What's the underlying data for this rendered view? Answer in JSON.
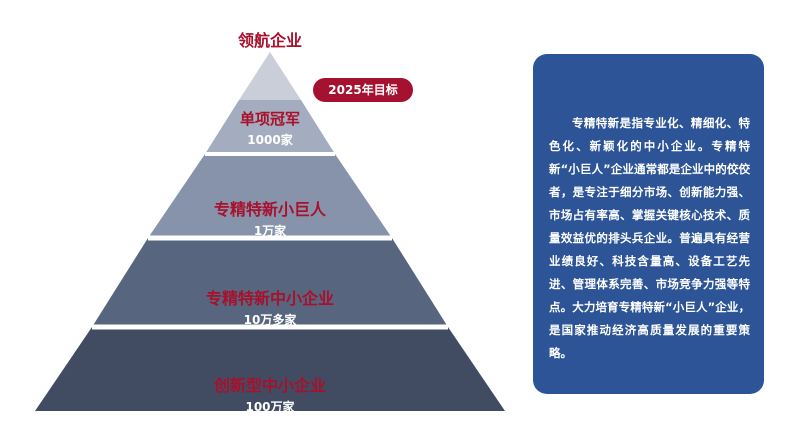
{
  "diagram": {
    "top_label": "领航企业",
    "goal_badge": "2025年目标",
    "tiers": [
      {
        "name": "单项冠军",
        "count": "1000家",
        "fill": "#a3adbf"
      },
      {
        "name": "专精特新小巨人",
        "count": "1万家",
        "fill": "#8793aa"
      },
      {
        "name": "专精特新中小企业",
        "count": "10万多家",
        "fill": "#58657f"
      },
      {
        "name": "创新型中小企业",
        "count": "100万家",
        "fill": "#414c63"
      }
    ],
    "apex_fill": "#c9ced9"
  },
  "info": {
    "text": "专精特新是指专业化、精细化、特色化、新颖化的中小企业。专精特新“小巨人”企业通常都是企业中的佼佼者，是专注于细分市场、创新能力强、市场占有率高、掌握关键核心技术、质量效益优的排头兵企业。普遍具有经营业绩良好、科技含量高、设备工艺先进、管理体系完善、市场竞争力强等特点。大力培育专精特新“小巨人”企业，是国家推动经济高质量发展的重要策略。"
  },
  "colors": {
    "accent_red": "#a8102c",
    "box_blue": "#2c5496",
    "badge_red": "#a51230"
  }
}
